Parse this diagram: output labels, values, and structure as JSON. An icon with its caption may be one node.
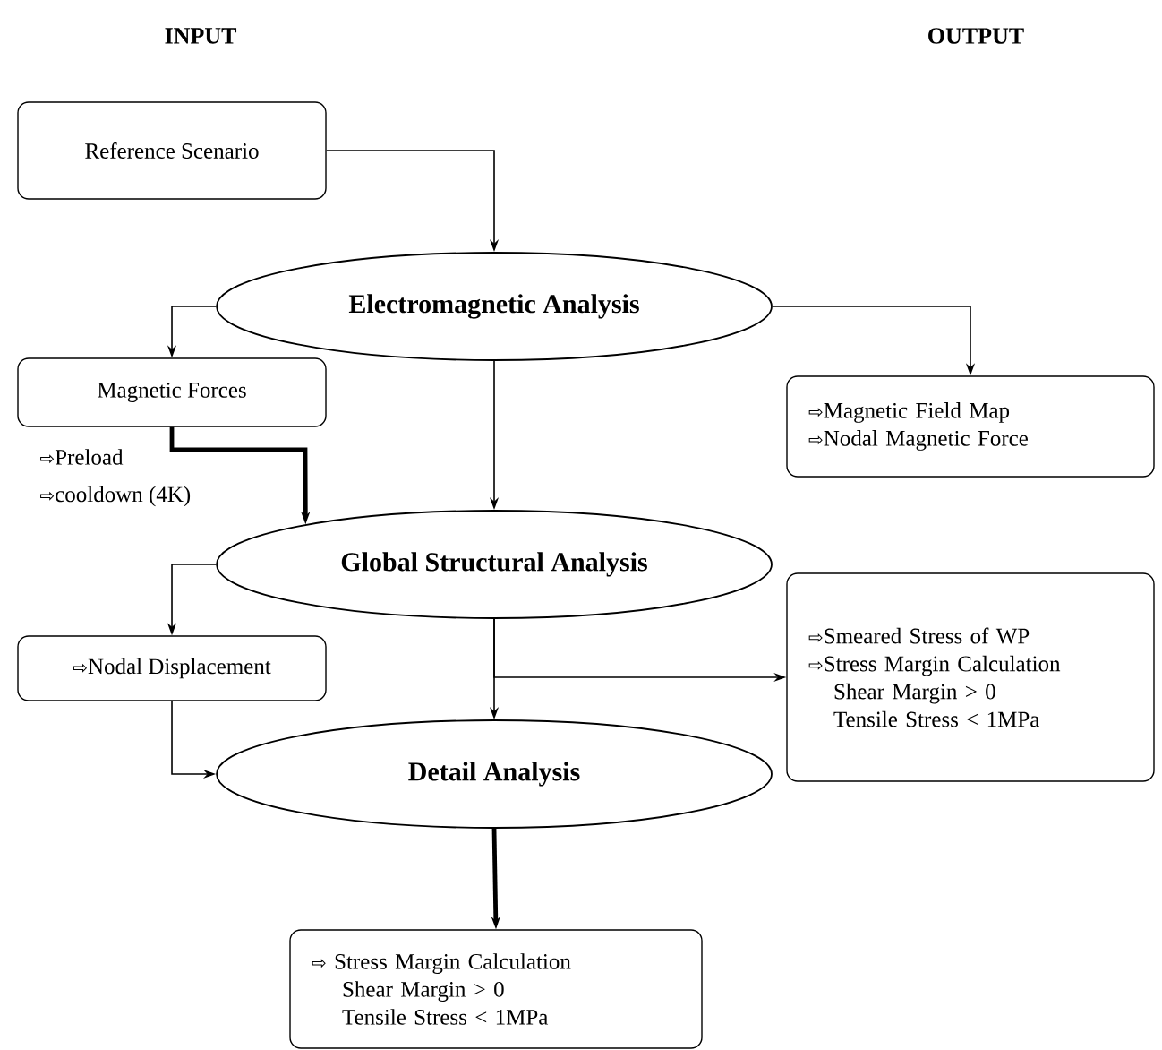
{
  "diagram": {
    "nodes": [
      {
        "text": [
          "Reference Scenario"
        ]
      },
      {
        "text": [
          "Electromagnetic Analysis"
        ]
      },
      {
        "text": [
          "Magnetic Forces"
        ],
        "beside": [
          "⇨Preload",
          "⇨cooldown (4K)"
        ]
      },
      {
        "text": [
          "⇨Magnetic Field Map",
          "⇨Nodal Magnetic Force"
        ]
      },
      {
        "text": [
          "Global Structural Analysis"
        ]
      },
      {
        "text": [
          "⇨Nodal Displacement"
        ]
      },
      {
        "text": [
          "⇨Smeared Stress of WP",
          "⇨Stress Margin Calculation",
          "Shear Margin > 0",
          "Tensile Stress < 1MPa"
        ]
      },
      {
        "text": [
          "Detail Analysis"
        ]
      },
      {
        "text": [
          "⇨ Stress Margin Calculation",
          "Shear Margin > 0",
          "Tensile Stress < 1MPa"
        ]
      }
    ],
    "edges": [
      {
        "from": 0,
        "to": 1,
        "arrow": "to"
      },
      {
        "from": 1,
        "to": 2,
        "arrow": "to"
      },
      {
        "from": 1,
        "to": 3,
        "arrow": "to"
      },
      {
        "from": 1,
        "to": 4,
        "arrow": "to"
      },
      {
        "from": 2,
        "to": 4,
        "arrow": "to",
        "style": "thick"
      },
      {
        "from": 4,
        "to": 5,
        "arrow": "to"
      },
      {
        "from": 4,
        "to": 6,
        "arrow": "to"
      },
      {
        "from": 4,
        "to": 7,
        "arrow": "to"
      },
      {
        "from": 5,
        "to": 7,
        "arrow": "to"
      },
      {
        "from": 7,
        "to": 8,
        "arrow": "to",
        "style": "thick"
      }
    ],
    "labels": [
      "INPUT",
      "OUTPUT"
    ]
  }
}
